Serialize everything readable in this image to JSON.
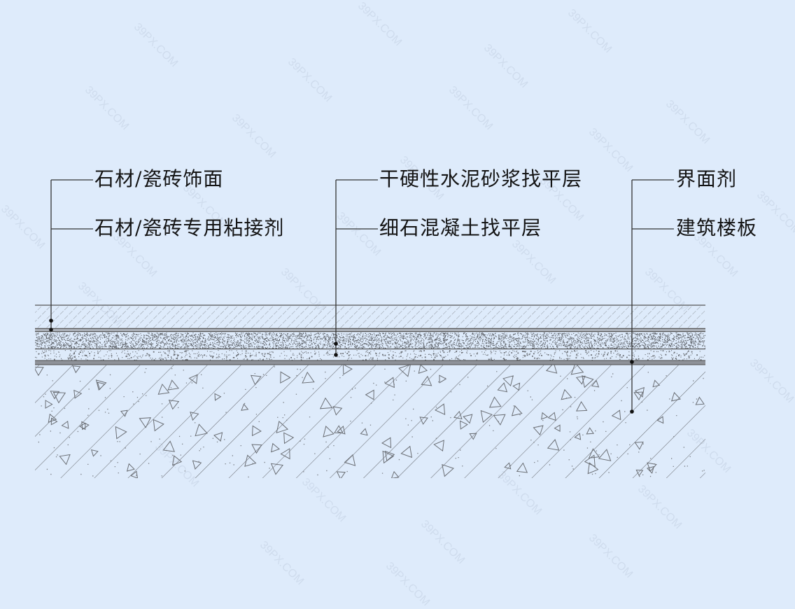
{
  "diagram": {
    "title": "Floor construction section",
    "watermark_text": "39PX.COM",
    "background_color": "#deebfb",
    "line_color": "#3a3a3a",
    "groups": [
      {
        "labels": [
          "石材/瓷砖饰面",
          "石材/瓷砖专用粘接剂"
        ]
      },
      {
        "labels": [
          "干硬性水泥砂浆找平层",
          "细石混凝土找平层"
        ]
      },
      {
        "labels": [
          "界面剂",
          "建筑楼板"
        ]
      }
    ],
    "layers": [
      {
        "name": "石材/瓷砖饰面",
        "pattern": "diagonal-hatch"
      },
      {
        "name": "石材/瓷砖专用粘接剂",
        "pattern": "double-line"
      },
      {
        "name": "干硬性水泥砂浆找平层",
        "pattern": "dense-stipple"
      },
      {
        "name": "细石混凝土找平层",
        "pattern": "sparse-stipple"
      },
      {
        "name": "界面剂",
        "pattern": "solid-band"
      },
      {
        "name": "建筑楼板",
        "pattern": "concrete-hatch"
      }
    ]
  }
}
